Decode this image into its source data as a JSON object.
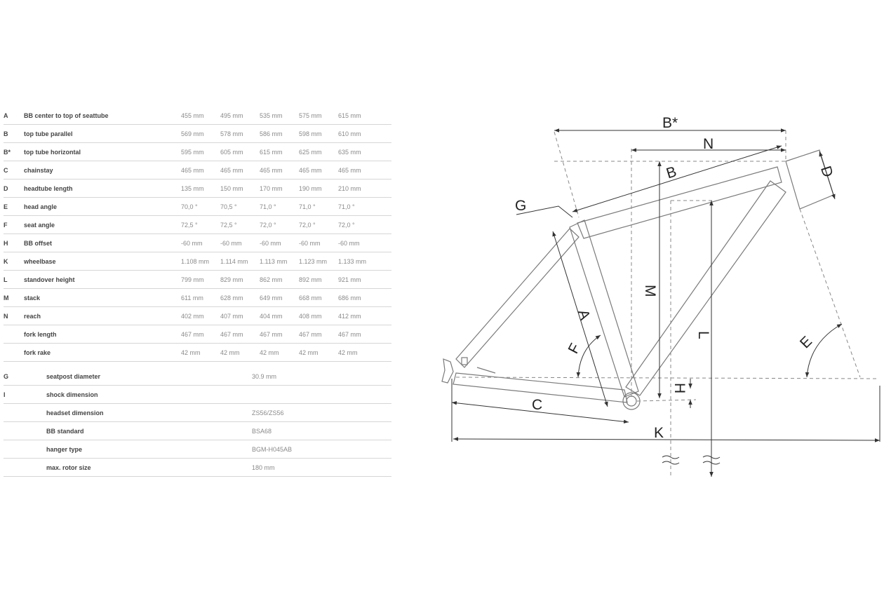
{
  "geometry": {
    "rows": [
      {
        "code": "A",
        "label": "BB center to top of seattube",
        "values": [
          "455 mm",
          "495 mm",
          "535 mm",
          "575 mm",
          "615 mm"
        ]
      },
      {
        "code": "B",
        "label": "top tube parallel",
        "values": [
          "569 mm",
          "578 mm",
          "586 mm",
          "598 mm",
          "610 mm"
        ]
      },
      {
        "code": "B*",
        "label": "top tube horizontal",
        "values": [
          "595 mm",
          "605 mm",
          "615 mm",
          "625 mm",
          "635 mm"
        ]
      },
      {
        "code": "C",
        "label": "chainstay",
        "values": [
          "465 mm",
          "465 mm",
          "465 mm",
          "465 mm",
          "465 mm"
        ]
      },
      {
        "code": "D",
        "label": "headtube length",
        "values": [
          "135 mm",
          "150 mm",
          "170 mm",
          "190 mm",
          "210 mm"
        ]
      },
      {
        "code": "E",
        "label": "head angle",
        "values": [
          "70,0 °",
          "70,5 °",
          "71,0 °",
          "71,0 °",
          "71,0 °"
        ]
      },
      {
        "code": "F",
        "label": "seat angle",
        "values": [
          "72,5 °",
          "72,5 °",
          "72,0 °",
          "72,0 °",
          "72,0 °"
        ]
      },
      {
        "code": "H",
        "label": "BB offset",
        "values": [
          "-60 mm",
          "-60 mm",
          "-60 mm",
          "-60 mm",
          "-60 mm"
        ]
      },
      {
        "code": "K",
        "label": "wheelbase",
        "values": [
          "1.108 mm",
          "1.114 mm",
          "1.113 mm",
          "1.123 mm",
          "1.133 mm"
        ]
      },
      {
        "code": "L",
        "label": "standover height",
        "values": [
          "799 mm",
          "829 mm",
          "862 mm",
          "892 mm",
          "921 mm"
        ]
      },
      {
        "code": "M",
        "label": "stack",
        "values": [
          "611 mm",
          "628 mm",
          "649 mm",
          "668 mm",
          "686 mm"
        ]
      },
      {
        "code": "N",
        "label": "reach",
        "values": [
          "402 mm",
          "407 mm",
          "404 mm",
          "408 mm",
          "412 mm"
        ]
      },
      {
        "code": "",
        "label": "fork length",
        "values": [
          "467 mm",
          "467 mm",
          "467 mm",
          "467 mm",
          "467 mm"
        ]
      },
      {
        "code": "",
        "label": "fork rake",
        "values": [
          "42 mm",
          "42 mm",
          "42 mm",
          "42 mm",
          "42 mm"
        ]
      }
    ]
  },
  "specs": {
    "rows": [
      {
        "code": "G",
        "label": "seatpost diameter",
        "value": "30.9 mm"
      },
      {
        "code": "I",
        "label": "shock dimension",
        "value": ""
      },
      {
        "code": "",
        "label": "headset dimension",
        "value": "ZS56/ZS56"
      },
      {
        "code": "",
        "label": "BB standard",
        "value": "BSA68"
      },
      {
        "code": "",
        "label": "hanger type",
        "value": "BGM-H045AB"
      },
      {
        "code": "",
        "label": "max. rotor size",
        "value": "180 mm"
      }
    ]
  },
  "diagram": {
    "labels": {
      "b_star": "B*",
      "n": "N",
      "b": "B",
      "d": "D",
      "g": "G",
      "m": "M",
      "a": "A",
      "f": "F",
      "l": "L",
      "e": "E",
      "h": "H",
      "c": "C",
      "k": "K"
    },
    "line_color": "#7a7a7a",
    "dim_color": "#333333"
  }
}
